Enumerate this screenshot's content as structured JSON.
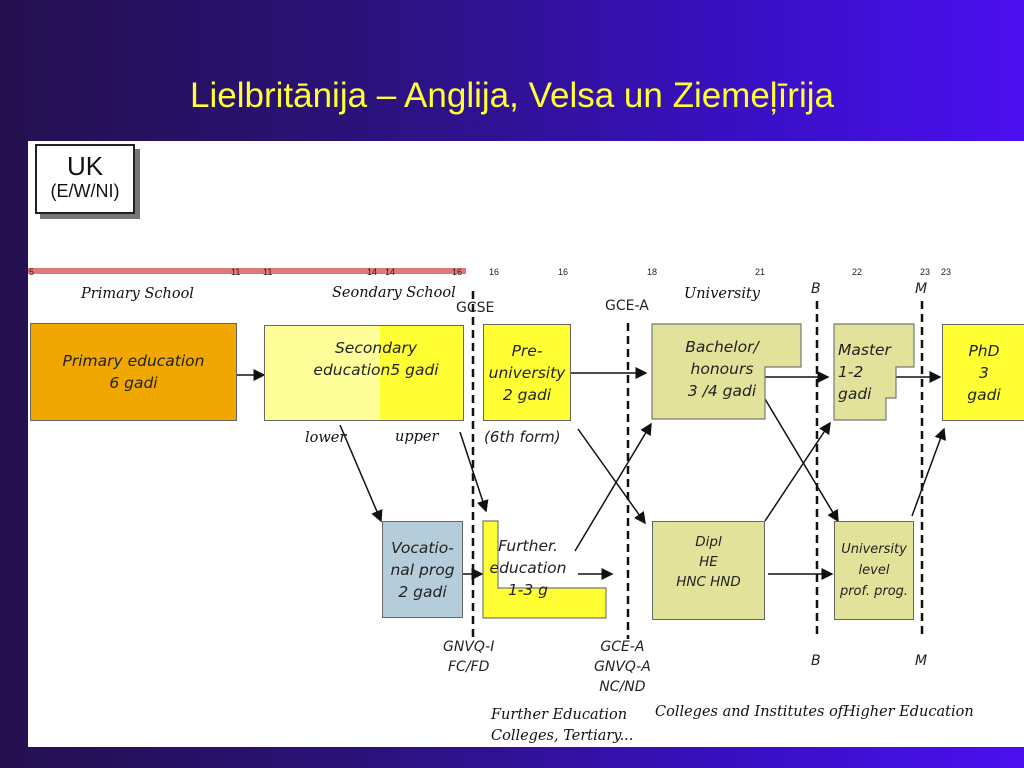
{
  "slide": {
    "title": "Lielbritānija – Anglija, Velsa un Ziemeļīrija"
  },
  "badge": {
    "line1": "UK",
    "line2": "(E/W/NI)"
  },
  "timeline": {
    "ages": [
      "5",
      "11",
      "11",
      "14",
      "14",
      "16",
      "16",
      "16",
      "18",
      "21",
      "22",
      "23",
      "23"
    ],
    "bar_color": "#e07878"
  },
  "stages": {
    "primary_school": "Primary School",
    "secondary_school": "Seondary School",
    "gcse": "GCSE",
    "gce_a": "GCE-A",
    "university": "University",
    "b_top": "B",
    "m_top": "M"
  },
  "boxes": {
    "primary": "Primary education\n6 gadi",
    "secondary": "Secondary\neducation5 gadi",
    "preuni": "Pre-\nuniversity\n2 gadi",
    "bachelor": "Bachelor/\nhonours\n3 /4  gadi",
    "master": "Master\n1-2\ngadi",
    "phd": "PhD\n3\ngadi",
    "vocational": "Vocatio-\nnal prog\n2 gadi",
    "further": "Further.\neducation\n1-3 g",
    "dipl": "Dipl\nHE\nHNC HND",
    "univ_level": "University\nlevel\nprof. prog."
  },
  "labels": {
    "lower": "lower",
    "upper": "upper",
    "sixth_form": "(6th form)",
    "gnvq_i": "GNVQ-I\nFC/FD",
    "gce_a_bottom": "GCE-A\nGNVQ-A\nNC/ND",
    "b_bottom": "B",
    "m_bottom": "M",
    "further_colleges": "Further Education\nColleges, Tertiary...",
    "colleges_institutes": "Colleges and Institutes ofHigher Education"
  },
  "colors": {
    "orange": "#f0a800",
    "light_yellow": "#ffff99",
    "yellow": "#ffff33",
    "olive": "#e2e29a",
    "blue_grey": "#b5ccda"
  }
}
